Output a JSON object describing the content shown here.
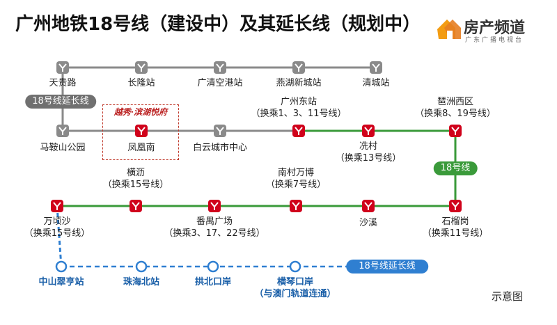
{
  "title": "广州地铁18号线（建设中）及其延长线（规划中）",
  "brand": {
    "name": "房产频道",
    "sub": "广东广播电视台"
  },
  "note": "示意图",
  "highlight": "越秀·滨湖悦府",
  "line_labels": {
    "grey": "18号线延长线",
    "green": "18号线",
    "blue": "18号线延长线"
  },
  "stations": [
    {
      "id": "tianguilu",
      "name": "天贵路",
      "line": "grey"
    },
    {
      "id": "changlong",
      "name": "长隆站",
      "line": "grey"
    },
    {
      "id": "guangqing",
      "name": "广清空港站",
      "line": "grey"
    },
    {
      "id": "yanhu",
      "name": "燕湖新城站",
      "line": "grey"
    },
    {
      "id": "qingcheng",
      "name": "清城站",
      "line": "grey"
    },
    {
      "id": "maanshan",
      "name": "马鞍山公园",
      "line": "grey"
    },
    {
      "id": "fenghuangnan",
      "name": "凤凰南",
      "line": "red"
    },
    {
      "id": "baiyun",
      "name": "白云城市中心",
      "line": "grey"
    },
    {
      "id": "guangzhoudong",
      "name": "广州东站",
      "sub": "（换乘1、3、11号线）",
      "line": "red"
    },
    {
      "id": "xiancun",
      "name": "冼村",
      "sub": "（换乘13号线）",
      "line": "red"
    },
    {
      "id": "pazhou",
      "name": "琶洲西区",
      "sub": "（换乘8、19号线）",
      "line": "red"
    },
    {
      "id": "wanqingsha",
      "name": "万顷沙",
      "sub": "（换乘15号线）",
      "line": "red"
    },
    {
      "id": "hengli",
      "name": "横沥",
      "sub": "（换乘15号线）",
      "line": "red"
    },
    {
      "id": "panyu",
      "name": "番禺广场",
      "sub": "（换乘3、17、22号线）",
      "line": "red"
    },
    {
      "id": "nancun",
      "name": "南村万博",
      "sub": "（换乘7号线）",
      "line": "red"
    },
    {
      "id": "shaxi",
      "name": "沙溪",
      "line": "red"
    },
    {
      "id": "shiliugang",
      "name": "石榴岗",
      "sub": "（换乘11号线）",
      "line": "red"
    },
    {
      "id": "zhongshan",
      "name": "中山翠亨站",
      "line": "blue"
    },
    {
      "id": "zhuhaibei",
      "name": "珠海北站",
      "line": "blue"
    },
    {
      "id": "gongbei",
      "name": "拱北口岸",
      "line": "blue"
    },
    {
      "id": "hengqin",
      "name": "横琴口岸",
      "sub": "（与澳门轨道连通）",
      "line": "blue"
    }
  ],
  "colors": {
    "grey": "#8a8a8a",
    "red": "#d0021b",
    "green": "#3a9a3a",
    "blue": "#2f7fd1"
  }
}
